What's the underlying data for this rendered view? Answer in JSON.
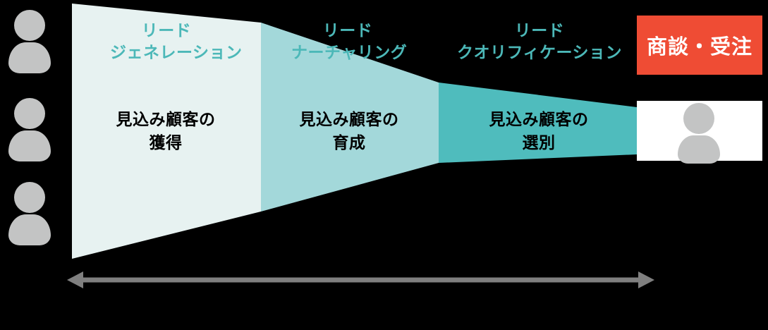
{
  "diagram": {
    "title_color": "#4cb8b8",
    "background": "#000000",
    "stages": [
      {
        "heading_line1": "リード",
        "heading_line2": "ジェネレーション",
        "body_line1": "見込み顧客の",
        "body_line2": "獲得",
        "fill": "#e7f2f1"
      },
      {
        "heading_line1": "リード",
        "heading_line2": "ナーチャリング",
        "body_line1": "見込み顧客の",
        "body_line2": "育成",
        "fill": "#a3d8da"
      },
      {
        "heading_line1": "リード",
        "heading_line2": "クオリフィケーション",
        "body_line1": "見込み顧客の",
        "body_line2": "選別",
        "fill": "#4fbcbd"
      }
    ],
    "result": {
      "label": "商談・受注",
      "fill": "#ef4c34",
      "text_color": "#ffffff"
    },
    "customer_box": {
      "fill": "#ffffff",
      "icon": "person-icon"
    },
    "prospects": {
      "icon": "person-icon",
      "count": 3,
      "color": "#c3c4c4"
    },
    "flow_arrow": {
      "icon": "double-headed-arrow-icon",
      "color": "#7f7f7f"
    }
  }
}
